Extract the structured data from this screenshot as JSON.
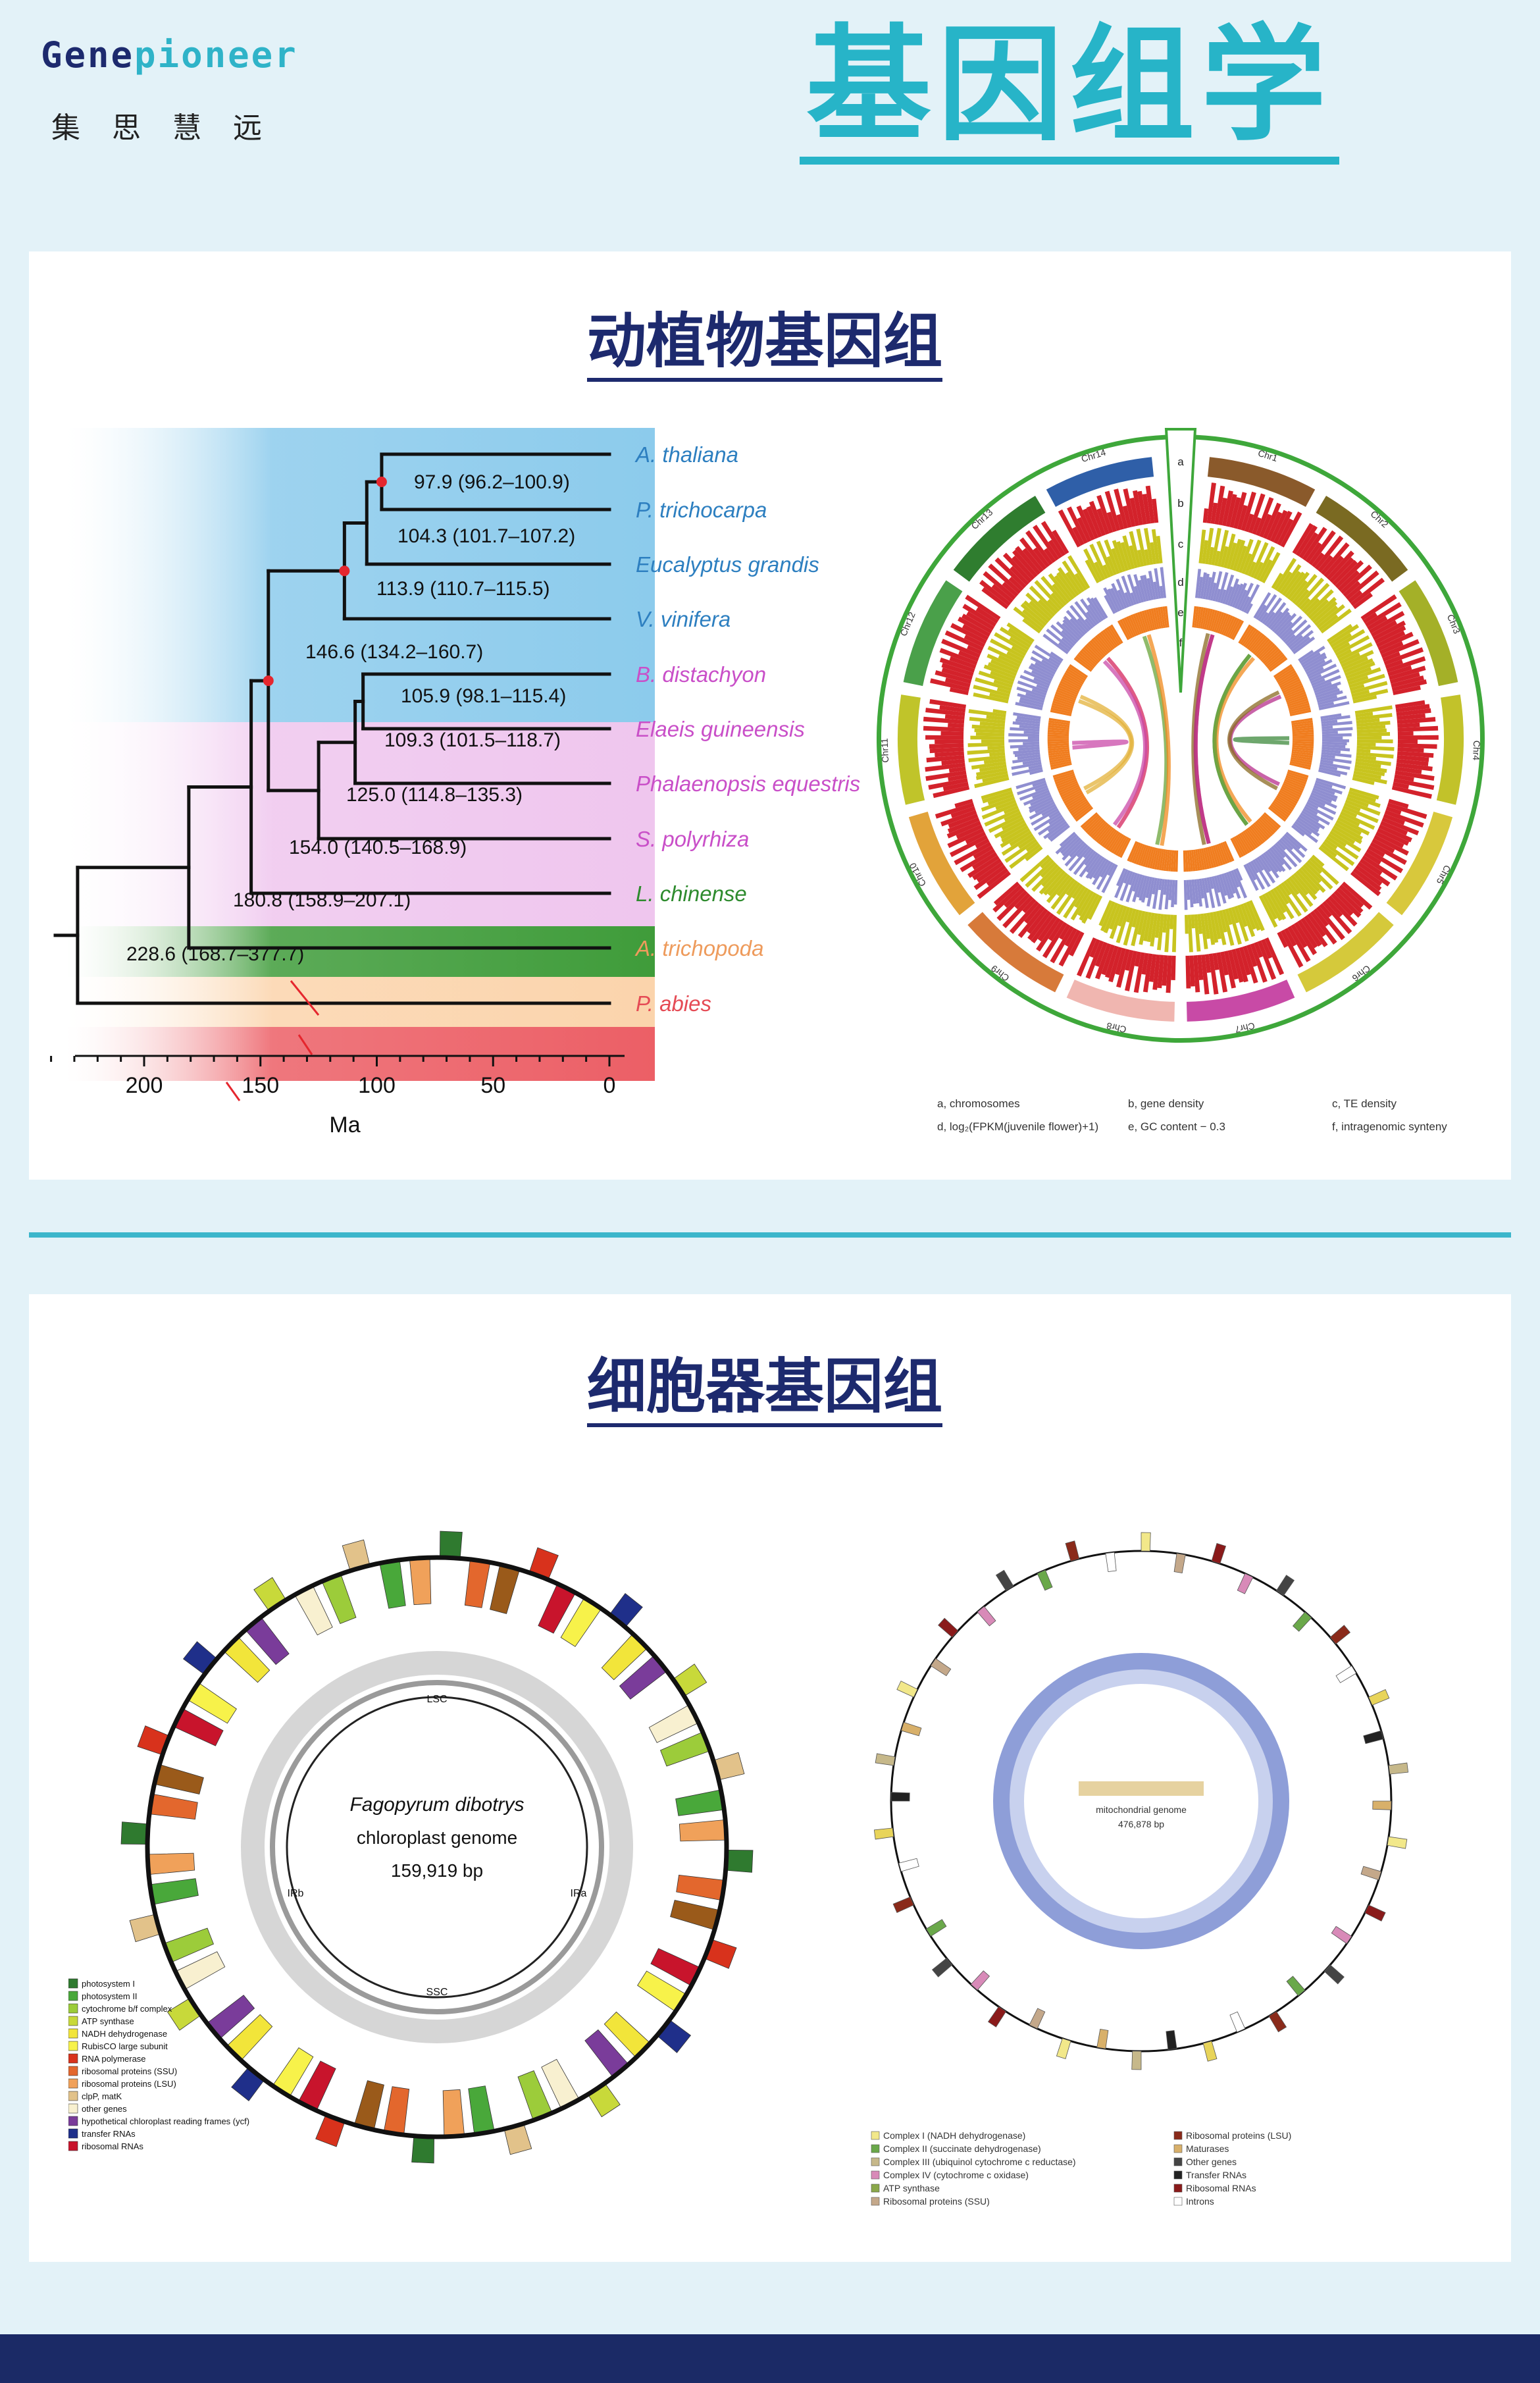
{
  "header": {
    "logo_prefix": "Gene",
    "logo_suffix": "pioneer",
    "slogan": "集思慧远",
    "title": "基因组学"
  },
  "section1": {
    "title": "动植物基因组",
    "tree": {
      "species": [
        "A. thaliana",
        "P. trichocarpa",
        "Eucalyptus grandis",
        "V. vinifera",
        "B. distachyon",
        "Elaeis guineensis",
        "Phalaenopsis equestris",
        "S. polyrhiza",
        "L. chinense",
        "A. trichopoda",
        "P. abies"
      ],
      "nodes": [
        "97.9 (96.2–100.9)",
        "104.3 (101.7–107.2)",
        "113.9 (110.7–115.5)",
        "146.6 (134.2–160.7)",
        "105.9 (98.1–115.4)",
        "109.3 (101.5–118.7)",
        "125.0 (114.8–135.3)",
        "154.0 (140.5–168.9)",
        "180.8 (158.9–207.1)",
        "228.6 (168.7–377.7)"
      ],
      "axis_ticks": [
        "200",
        "150",
        "100",
        "50",
        "0"
      ],
      "axis_label": "Ma"
    },
    "circos": {
      "chromosomes": [
        "Chr1",
        "Chr2",
        "Chr3",
        "Chr4",
        "Chr5",
        "Chr6",
        "Chr7",
        "Chr8",
        "Chr9",
        "Chr10",
        "Chr11",
        "Chr12",
        "Chr13",
        "Chr14"
      ],
      "track_letters": [
        "a",
        "b",
        "c",
        "d",
        "e",
        "f"
      ],
      "legend": [
        "a, chromosomes",
        "b, gene density",
        "c, TE density",
        "d, log₂(FPKM(juvenile flower)+1)",
        "e, GC content − 0.3",
        "f, intragenomic synteny"
      ]
    }
  },
  "section2": {
    "title": "细胞器基因组",
    "chloroplast": {
      "species": "Fagopyrum dibotrys",
      "genome": "chloroplast genome",
      "size": "159,919 bp",
      "regions": [
        "LSC",
        "IRb",
        "SSC",
        "IRa"
      ],
      "legend": [
        "photosystem I",
        "photosystem II",
        "cytochrome b/f complex",
        "ATP synthase",
        "NADH dehydrogenase",
        "RubisCO large subunit",
        "RNA polymerase",
        "ribosomal proteins (SSU)",
        "ribosomal proteins (LSU)",
        "clpP, matK",
        "other genes",
        "hypothetical chloroplast reading frames (ycf)",
        "transfer RNAs",
        "ribosomal RNAs"
      ]
    },
    "mito": {
      "title": "mitochondrial genome",
      "size": "476,878 bp",
      "legend_left": [
        "Complex I (NADH dehydrogenase)",
        "Complex II (succinate dehydrogenase)",
        "Complex III (ubiquinol cytochrome c reductase)",
        "Complex IV (cytochrome c oxidase)",
        "ATP synthase",
        "Ribosomal proteins (SSU)"
      ],
      "legend_right": [
        "Ribosomal proteins (LSU)",
        "Maturases",
        "Other genes",
        "Transfer RNAs",
        "Ribosomal RNAs",
        "Introns"
      ]
    }
  },
  "colors": {
    "accent": "#27b4c8",
    "navy": "#1d2a6e",
    "tree_blue": "#8ccbec",
    "tree_pink": "#efc6ee",
    "tree_green": "#3f9c3a",
    "tree_orange": "#fbd4ac",
    "tree_red": "#ec5f66"
  }
}
